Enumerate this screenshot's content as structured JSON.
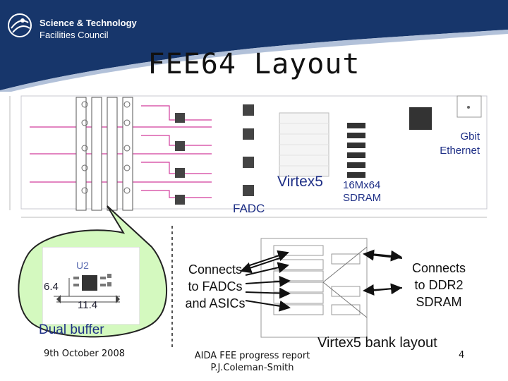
{
  "header": {
    "org_line1": "Science & Technology",
    "org_line2": "Facilities Council",
    "bg_color": "#17366b"
  },
  "title": "FEE64 Layout",
  "pcb": {
    "virtex_label": "Virtex5",
    "sdram_label_line1": "16Mx64",
    "sdram_label_line2": "SDRAM",
    "fadc_label": "FADC",
    "ethernet_label_line1": "Gbit",
    "ethernet_label_line2": "Ethernet"
  },
  "inset": {
    "ref": "U2",
    "dim_height": "6.4",
    "dim_width": "11.4",
    "caption": "Dual buffer",
    "bubble_color": "#d4f9bf"
  },
  "bank": {
    "left_callout": [
      "Connects",
      "to FADCs",
      "and ASICs"
    ],
    "right_callout": [
      "Connects",
      "to DDR2",
      "SDRAM"
    ],
    "caption": "Virtex5 bank layout"
  },
  "footer": {
    "date": "9th October 2008",
    "report_line1": "AIDA FEE progress report",
    "report_line2": "P.J.Coleman-Smith",
    "page_number": "4"
  }
}
